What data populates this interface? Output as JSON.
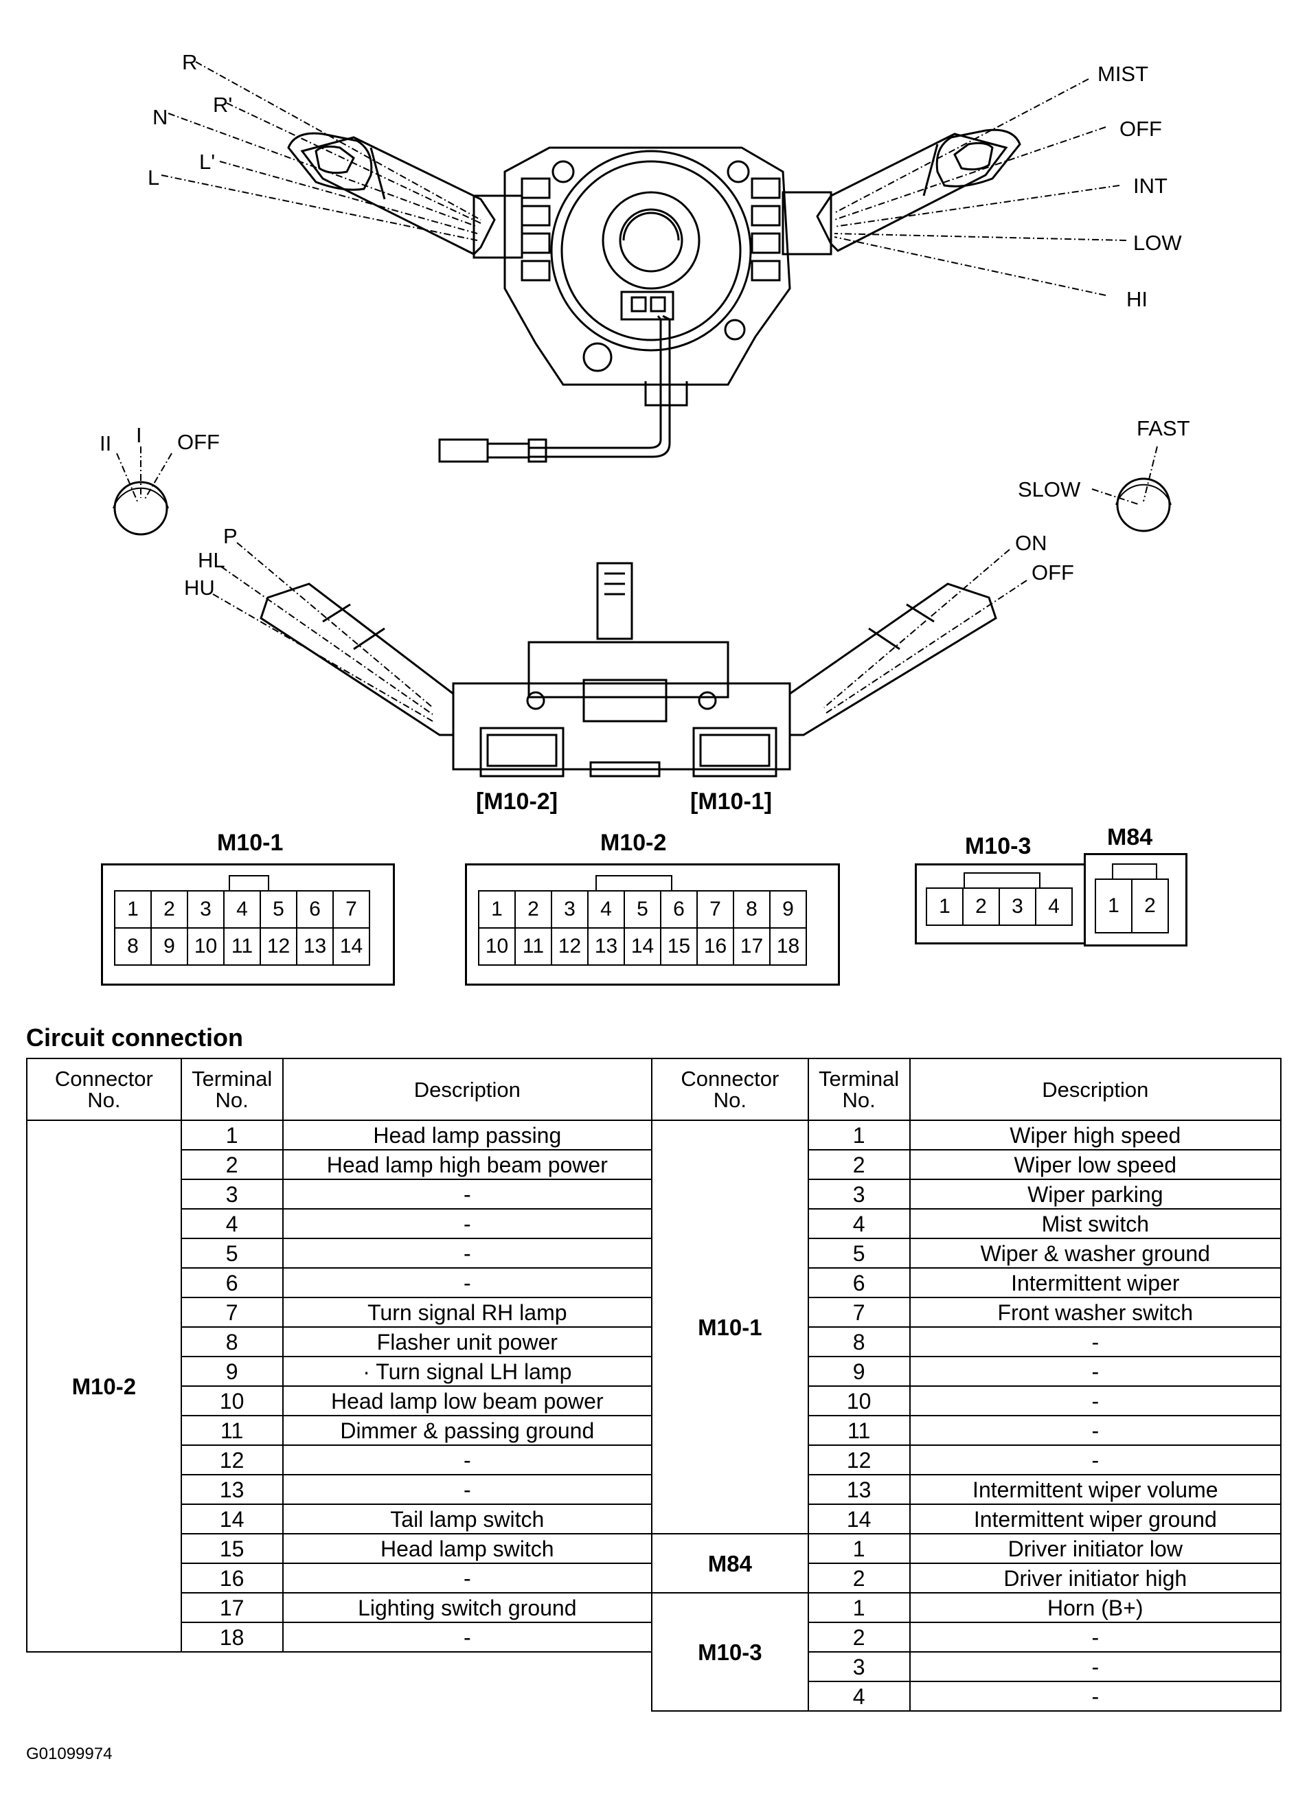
{
  "switch_labels": {
    "light_lever_top": [
      "R",
      "R'",
      "N",
      "L'",
      "L"
    ],
    "wiper_lever_top": [
      "MIST",
      "OFF",
      "INT",
      "LOW",
      "HI"
    ],
    "ignition_knob": [
      "II",
      "I",
      "OFF"
    ],
    "wiper_speed_knob": [
      "FAST",
      "SLOW"
    ],
    "light_lever_bottom": [
      "P",
      "HL",
      "HU"
    ],
    "washer_lever_bottom": [
      "ON",
      "OFF"
    ]
  },
  "connector_callouts": [
    "[M10-2]",
    "[M10-1]"
  ],
  "connectors": {
    "m10_1": {
      "title": "M10-1",
      "row1": [
        "1",
        "2",
        "3",
        "4",
        "5",
        "6",
        "7"
      ],
      "row2": [
        "8",
        "9",
        "10",
        "11",
        "12",
        "13",
        "14"
      ]
    },
    "m10_2": {
      "title": "M10-2",
      "row1": [
        "1",
        "2",
        "3",
        "4",
        "5",
        "6",
        "7",
        "8",
        "9"
      ],
      "row2": [
        "10",
        "11",
        "12",
        "13",
        "14",
        "15",
        "16",
        "17",
        "18"
      ]
    },
    "m10_3": {
      "title": "M10-3",
      "row1": [
        "1",
        "2",
        "3",
        "4"
      ]
    },
    "m84": {
      "title": "M84",
      "row1": [
        "1",
        "2"
      ]
    }
  },
  "section_title": "Circuit connection",
  "headers": {
    "connector": "Connector\nNo.",
    "terminal": "Terminal\nNo.",
    "description": "Description"
  },
  "left_table": {
    "connector": "M10-2",
    "rows": [
      {
        "no": "1",
        "desc": "Head lamp passing"
      },
      {
        "no": "2",
        "desc": "Head lamp high beam power"
      },
      {
        "no": "3",
        "desc": "-"
      },
      {
        "no": "4",
        "desc": "-"
      },
      {
        "no": "5",
        "desc": "-"
      },
      {
        "no": "6",
        "desc": "-"
      },
      {
        "no": "7",
        "desc": "Turn signal RH lamp"
      },
      {
        "no": "8",
        "desc": "Flasher unit power"
      },
      {
        "no": "9",
        "desc": "· Turn signal LH lamp"
      },
      {
        "no": "10",
        "desc": "Head lamp low beam power"
      },
      {
        "no": "11",
        "desc": "Dimmer & passing ground"
      },
      {
        "no": "12",
        "desc": "-"
      },
      {
        "no": "13",
        "desc": "-"
      },
      {
        "no": "14",
        "desc": "Tail lamp switch"
      },
      {
        "no": "15",
        "desc": "Head lamp switch"
      },
      {
        "no": "16",
        "desc": "-"
      },
      {
        "no": "17",
        "desc": "Lighting switch ground"
      },
      {
        "no": "18",
        "desc": "-"
      }
    ]
  },
  "right_table": {
    "groups": [
      {
        "connector": "M10-1",
        "rows": [
          {
            "no": "1",
            "desc": "Wiper high speed"
          },
          {
            "no": "2",
            "desc": "Wiper low speed"
          },
          {
            "no": "3",
            "desc": "Wiper parking"
          },
          {
            "no": "4",
            "desc": "Mist switch"
          },
          {
            "no": "5",
            "desc": "Wiper & washer ground"
          },
          {
            "no": "6",
            "desc": "Intermittent wiper"
          },
          {
            "no": "7",
            "desc": "Front washer switch"
          },
          {
            "no": "8",
            "desc": "-"
          },
          {
            "no": "9",
            "desc": "-"
          },
          {
            "no": "10",
            "desc": "-"
          },
          {
            "no": "11",
            "desc": "-"
          },
          {
            "no": "12",
            "desc": "-"
          },
          {
            "no": "13",
            "desc": "Intermittent wiper volume"
          },
          {
            "no": "14",
            "desc": "Intermittent wiper ground"
          }
        ]
      },
      {
        "connector": "M84",
        "rows": [
          {
            "no": "1",
            "desc": "Driver initiator low"
          },
          {
            "no": "2",
            "desc": "Driver initiator high"
          }
        ]
      },
      {
        "connector": "M10-3",
        "rows": [
          {
            "no": "1",
            "desc": "Horn (B+)"
          },
          {
            "no": "2",
            "desc": "-"
          },
          {
            "no": "3",
            "desc": "-"
          },
          {
            "no": "4",
            "desc": "-"
          }
        ]
      }
    ]
  },
  "figure_id": "G01099974"
}
